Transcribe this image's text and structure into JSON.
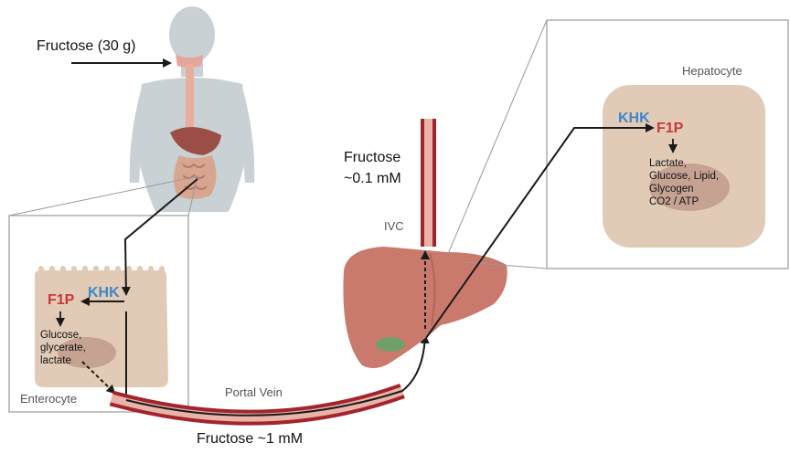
{
  "labels": {
    "fructose_dose": "Fructose (30 g)",
    "khk_gut": "KHK",
    "f1p_gut": "F1P",
    "gut_products": [
      "Glucose,",
      "glycerate,",
      "lactate"
    ],
    "enterocyte": "Enterocyte",
    "portal_vein": "Portal Vein",
    "portal_concentration": "Fructose ~1 mM",
    "ivc_fructose": "Fructose",
    "ivc_concentration": "~0.1 mM",
    "ivc": "IVC",
    "hepatocyte": "Hepatocyte",
    "khk_liver": "KHK",
    "f1p_liver": "F1P",
    "liver_products": [
      "Lactate,",
      "Glucose, Lipid,",
      "Glycogen",
      "CO2 / ATP"
    ]
  },
  "colors": {
    "khk": "#3f86c8",
    "f1p": "#c8383a",
    "vessel": "#a3242c",
    "vessel_fill": "#e8b3a8",
    "liver": "#c97a6c",
    "cell_fill": "#e2cbb6",
    "body": "#c9d1d4"
  }
}
